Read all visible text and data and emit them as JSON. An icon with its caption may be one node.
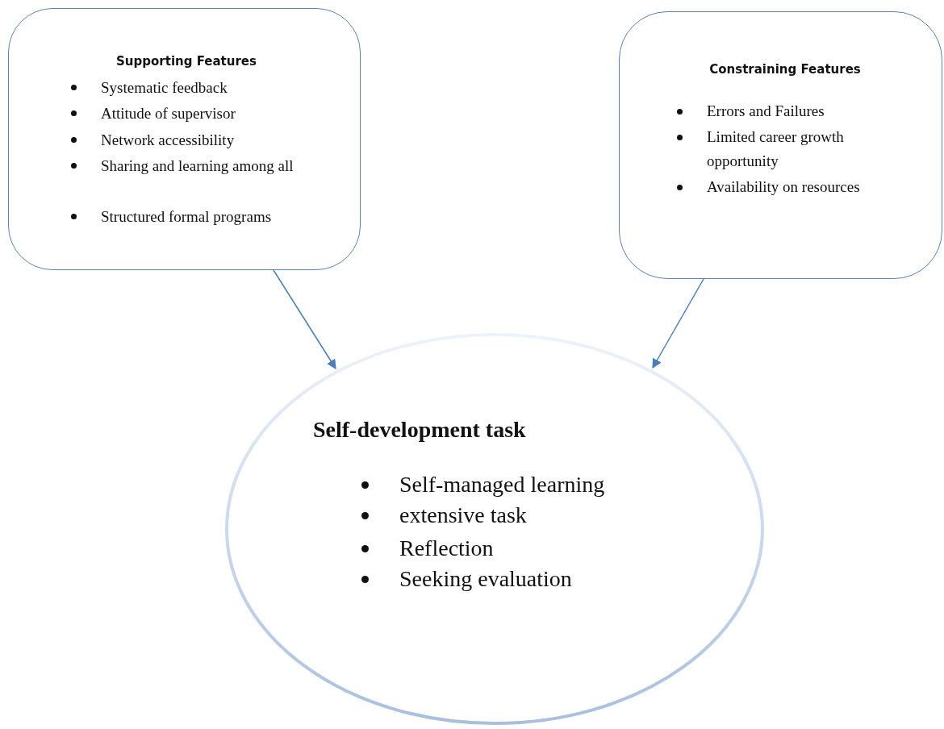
{
  "diagram": {
    "nodes": [
      {
        "text": [
          "Supporting Features",
          "Systematic feedback",
          "Attitude of supervisor",
          "Network accessibility",
          "Sharing and learning among all",
          "Structured formal programs"
        ]
      },
      {
        "text": [
          "Constraining Features",
          "Errors and Failures",
          "Limited career growth opportunity",
          "Availability on resources"
        ]
      },
      {
        "text": [
          "Self-development task",
          "Self-managed learning",
          "extensive task",
          "Reflection",
          "Seeking evaluation"
        ]
      }
    ],
    "edges": [
      {
        "from": 0,
        "to": 2,
        "arrow": "to"
      },
      {
        "from": 1,
        "to": 2,
        "arrow": "to"
      }
    ]
  }
}
